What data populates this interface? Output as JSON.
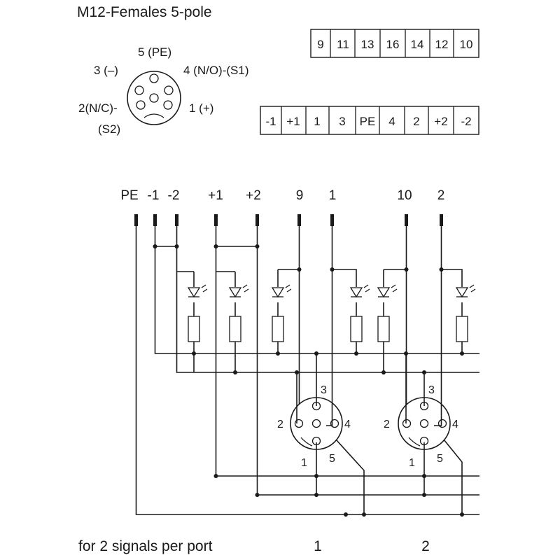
{
  "title": "M12-Females  5-pole",
  "pin_labels": {
    "pin5": "5 (PE)",
    "pin3": "3 (–)",
    "pin4": "4  (N/O)-(S1)",
    "pin2a": "2(N/C)-",
    "pin2b": "(S2)",
    "pin1": "1 (+)"
  },
  "terminal_row_top": [
    "9",
    "11",
    "13",
    "16",
    "14",
    "12",
    "10"
  ],
  "terminal_row_bottom": [
    "-1",
    "+1",
    "1",
    "3",
    "PE",
    "4",
    "2",
    "+2",
    "-2"
  ],
  "wire_labels": [
    "PE",
    "-1",
    "-2",
    "+1",
    "+2",
    "9",
    "1",
    "10",
    "2"
  ],
  "port_pin_labels": {
    "p3": "3",
    "p2": "2",
    "p4": "4",
    "p1": "1",
    "p5": "5"
  },
  "footer": {
    "caption": "for 2 signals per port",
    "port1": "1",
    "port2": "2"
  },
  "colors": {
    "line": "#1a1a1a",
    "background": "#ffffff"
  }
}
